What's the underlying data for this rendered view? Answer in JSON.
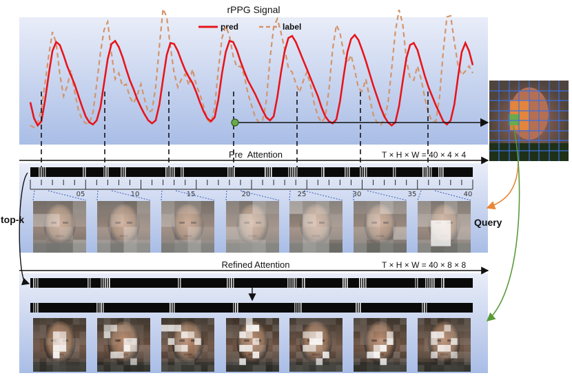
{
  "title": "rPPG Signal",
  "legend": [
    {
      "label": "pred",
      "color": "#e8141b",
      "dash": false
    },
    {
      "label": "label",
      "color": "#d4946a",
      "dash": true
    }
  ],
  "pre_attention": {
    "label": "Pre  Attention",
    "dims": "T × H × W = 40 × 4 × 4"
  },
  "refined_attention": {
    "label": "Refined Attention",
    "dims": "T × H × W = 40 × 8 × 8"
  },
  "timeline_ticks": [
    "05",
    "10",
    "15",
    "20",
    "25",
    "30",
    "35",
    "40"
  ],
  "side_labels": {
    "top_k": "top-k",
    "query": "Query"
  },
  "colors": {
    "panel_top": "#e9edf8",
    "panel_bottom": "#a9bde6",
    "pred_line": "#e8141b",
    "label_line": "#d4946a",
    "query_arrow": "#e8873a",
    "refined_arrow": "#5a9a3a",
    "query_point": "#6aaa4a"
  },
  "chart_data": {
    "type": "line",
    "title": "rPPG Signal",
    "x": [
      0,
      1,
      2,
      3,
      4,
      5,
      6,
      7,
      8,
      9,
      10,
      11,
      12,
      13,
      14,
      15,
      16,
      17,
      18,
      19,
      20,
      21,
      22,
      23,
      24,
      25,
      26,
      27,
      28,
      29,
      30,
      31,
      32,
      33,
      34,
      35,
      36,
      37,
      38,
      39,
      40,
      41,
      42,
      43,
      44,
      45,
      46,
      47,
      48,
      49,
      50,
      51,
      52,
      53,
      54,
      55,
      56,
      57,
      58,
      59,
      60,
      61,
      62,
      63,
      64,
      65,
      66,
      67,
      68,
      69,
      70,
      71,
      72,
      73,
      74,
      75,
      76,
      77,
      78,
      79,
      80,
      81,
      82,
      83,
      84,
      85,
      86,
      87,
      88,
      89,
      90,
      91,
      92,
      93,
      94,
      95,
      96,
      97,
      98,
      99,
      100,
      101,
      102,
      103,
      104,
      105,
      106,
      107,
      108,
      109,
      110,
      111,
      112,
      113,
      114,
      115,
      116,
      117,
      118,
      119,
      120
    ],
    "series": [
      {
        "name": "pred",
        "values": [
          0.27,
          0.11,
          0.04,
          0.08,
          0.29,
          0.55,
          0.78,
          0.87,
          0.84,
          0.74,
          0.63,
          0.54,
          0.45,
          0.34,
          0.23,
          0.13,
          0.07,
          0.05,
          0.09,
          0.22,
          0.46,
          0.7,
          0.85,
          0.88,
          0.82,
          0.72,
          0.6,
          0.49,
          0.4,
          0.3,
          0.22,
          0.15,
          0.09,
          0.06,
          0.09,
          0.25,
          0.5,
          0.74,
          0.86,
          0.85,
          0.78,
          0.68,
          0.59,
          0.52,
          0.46,
          0.37,
          0.27,
          0.18,
          0.11,
          0.08,
          0.12,
          0.3,
          0.56,
          0.77,
          0.88,
          0.87,
          0.79,
          0.68,
          0.58,
          0.49,
          0.42,
          0.35,
          0.27,
          0.19,
          0.12,
          0.09,
          0.13,
          0.32,
          0.57,
          0.78,
          0.91,
          0.93,
          0.87,
          0.78,
          0.69,
          0.6,
          0.51,
          0.42,
          0.33,
          0.22,
          0.13,
          0.08,
          0.06,
          0.1,
          0.28,
          0.54,
          0.77,
          0.9,
          0.94,
          0.89,
          0.79,
          0.68,
          0.56,
          0.44,
          0.33,
          0.22,
          0.13,
          0.07,
          0.04,
          0.07,
          0.23,
          0.48,
          0.71,
          0.84,
          0.86,
          0.79,
          0.66,
          0.53,
          0.42,
          0.33,
          0.24,
          0.16,
          0.08,
          0.05,
          0.09,
          0.25,
          0.52,
          0.77,
          0.86,
          0.78,
          0.64
        ]
      },
      {
        "name": "label",
        "values": [
          0.04,
          0.02,
          0.06,
          0.2,
          0.46,
          0.74,
          0.97,
          0.86,
          0.55,
          0.33,
          0.43,
          0.59,
          0.38,
          0.2,
          0.1,
          0.06,
          0.06,
          0.17,
          0.45,
          0.76,
          0.99,
          1.07,
          0.76,
          0.5,
          0.56,
          0.43,
          0.45,
          0.32,
          0.26,
          0.34,
          0.45,
          0.3,
          0.17,
          0.19,
          0.42,
          0.83,
          1.2,
          1.12,
          0.82,
          0.56,
          0.42,
          0.5,
          0.55,
          0.44,
          0.6,
          0.44,
          0.35,
          0.23,
          0.1,
          0.06,
          0.22,
          0.6,
          0.91,
          1.03,
          0.93,
          0.73,
          0.62,
          0.63,
          0.54,
          0.36,
          0.24,
          0.12,
          0.07,
          0.09,
          0.28,
          0.7,
          1.02,
          1.1,
          0.96,
          0.8,
          0.61,
          0.57,
          0.46,
          0.37,
          0.48,
          0.57,
          0.44,
          0.26,
          0.13,
          0.07,
          0.12,
          0.4,
          0.8,
          1.04,
          0.96,
          0.76,
          0.66,
          0.74,
          0.59,
          0.41,
          0.38,
          0.5,
          0.32,
          0.15,
          0.07,
          0.04,
          0.1,
          0.26,
          0.6,
          0.97,
          1.19,
          1.05,
          0.69,
          0.51,
          0.49,
          0.63,
          0.5,
          0.31,
          0.16,
          0.08,
          0.08,
          0.33,
          0.78,
          1.12,
          1.13,
          0.87,
          0.64,
          0.54,
          0.58,
          0.63,
          0.56
        ]
      }
    ]
  }
}
